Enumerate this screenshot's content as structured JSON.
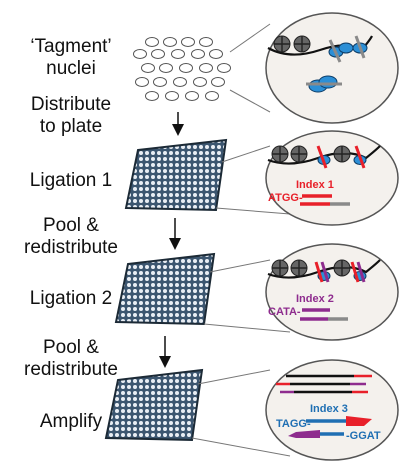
{
  "steps": [
    {
      "label": "‘Tagment’\nnuclei"
    },
    {
      "label": "Distribute\nto plate"
    },
    {
      "label": "Ligation 1"
    },
    {
      "label": "Pool &\nredistribute"
    },
    {
      "label": "Ligation 2"
    },
    {
      "label": "Pool &\nredistribute"
    },
    {
      "label": "Amplify"
    }
  ],
  "insets": {
    "ligation1": {
      "index_label": "Index 1",
      "seq": "ATGG-"
    },
    "ligation2": {
      "index_label": "Index 2",
      "seq": "CATA-"
    },
    "amplify": {
      "index_label": "Index 3",
      "seq_top": "TAGG-",
      "seq_bottom": "-GGAT"
    }
  },
  "colors": {
    "index1": "#e8202a",
    "index2": "#8e2c8e",
    "index3": "#1f6fb3",
    "tn5": "#2c8fd6",
    "plate": "#3c5670",
    "adapter_gray": "#8a8a8a"
  },
  "icons": [
    "nucleus-icon",
    "nucleosome-icon",
    "tn5-transposase-icon",
    "plate-icon",
    "arrow-down-icon"
  ]
}
